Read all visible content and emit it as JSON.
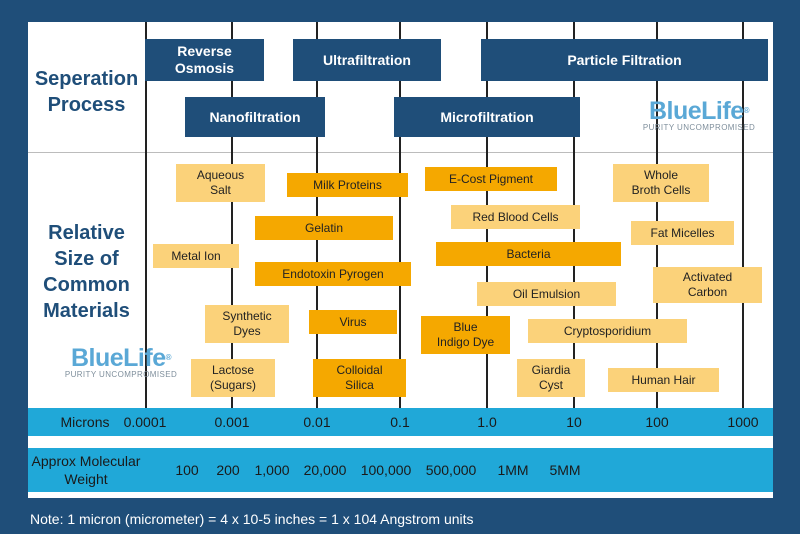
{
  "side": {
    "separation_title": "Seperation\nProcess",
    "materials_title": "Relative\nSize of\nCommon\nMaterials"
  },
  "processes": {
    "reverse_osmosis": "Reverse\nOsmosis",
    "ultrafiltration": "Ultrafiltration",
    "particle_filtration": "Particle Filtration",
    "nanofiltration": "Nanofiltration",
    "microfiltration": "Microfiltration"
  },
  "materials": {
    "aqueous_salt": "Aqueous\nSalt",
    "milk_proteins": "Milk Proteins",
    "ecost_pigment": "E-Cost Pigment",
    "whole_broth_cells": "Whole\nBroth Cells",
    "red_blood_cells": "Red Blood Cells",
    "gelatin": "Gelatin",
    "fat_micelles": "Fat Micelles",
    "metal_ion": "Metal Ion",
    "bacteria": "Bacteria",
    "endotoxin_pyrogen": "Endotoxin Pyrogen",
    "activated_carbon": "Activated\nCarbon",
    "oil_emulsion": "Oil Emulsion",
    "synthetic_dyes": "Synthetic\nDyes",
    "virus": "Virus",
    "blue_indigo_dye": "Blue\nIndigo Dye",
    "cryptosporidium": "Cryptosporidium",
    "lactose": "Lactose\n(Sugars)",
    "colloidal_silica": "Colloidal\nSilica",
    "giardia_cyst": "Giardia\nCyst",
    "human_hair": "Human Hair"
  },
  "microns": {
    "label": "Microns",
    "ticks": [
      "0.0001",
      "0.001",
      "0.01",
      "0.1",
      "1.0",
      "10",
      "100",
      "1000"
    ]
  },
  "molecular_weight": {
    "label": "Approx Molecular\nWeight",
    "ticks": [
      "100",
      "200",
      "1,000",
      "20,000",
      "100,000",
      "500,000",
      "1MM",
      "5MM"
    ]
  },
  "note": "Note: 1 micron (micrometer) = 4 x 10-5 inches = 1 x 104 Angstrom units",
  "logo": {
    "wordmark": "BlueLife",
    "trademark": "®",
    "tagline": "PURITY UNCOMPROMISED"
  },
  "colors": {
    "navy": "#1f4e79",
    "band": "#20a8d8",
    "orange": "#f5a800",
    "light_orange": "#fbd27a"
  }
}
